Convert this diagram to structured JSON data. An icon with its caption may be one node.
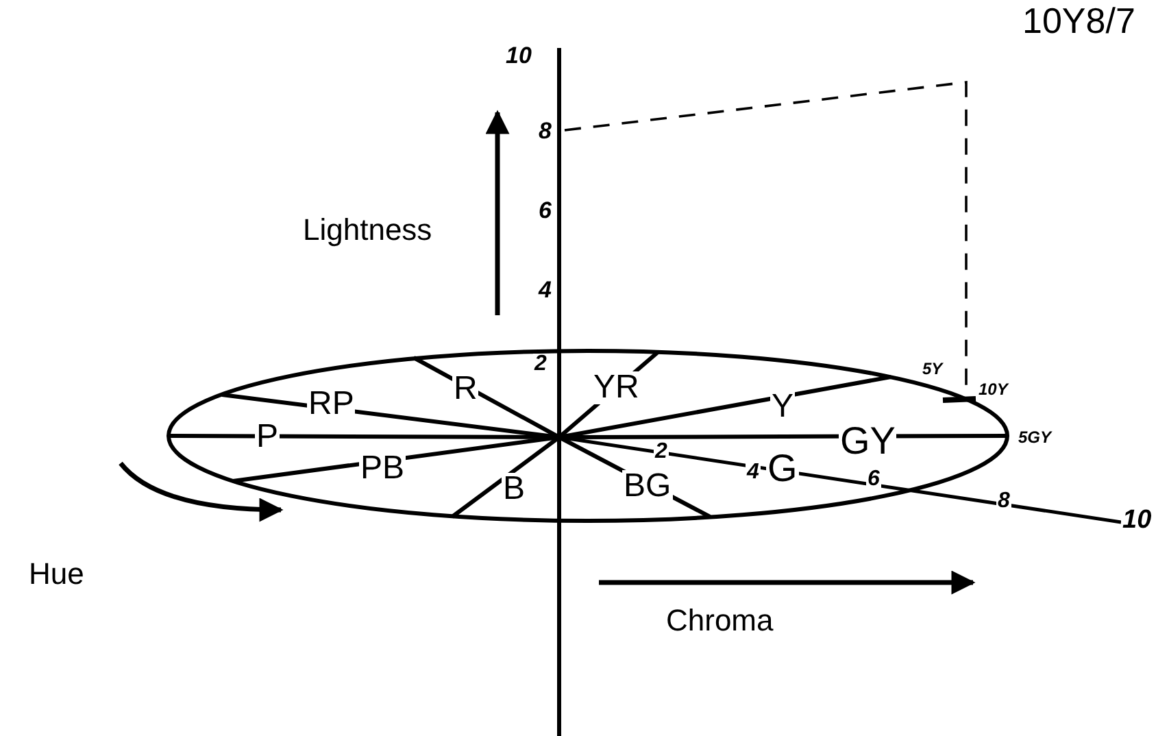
{
  "diagram": {
    "labels": [
      "10Y8/7",
      "10",
      "8",
      "Lightness",
      "6",
      "4",
      "2",
      "5Y",
      "R",
      "YR",
      "RP",
      "Y",
      "10Y",
      "P",
      "5GY",
      "PB",
      "2",
      "GY",
      "4",
      "G",
      "6",
      "B",
      "BG",
      "8",
      "Hue",
      "10",
      "Chroma"
    ]
  }
}
